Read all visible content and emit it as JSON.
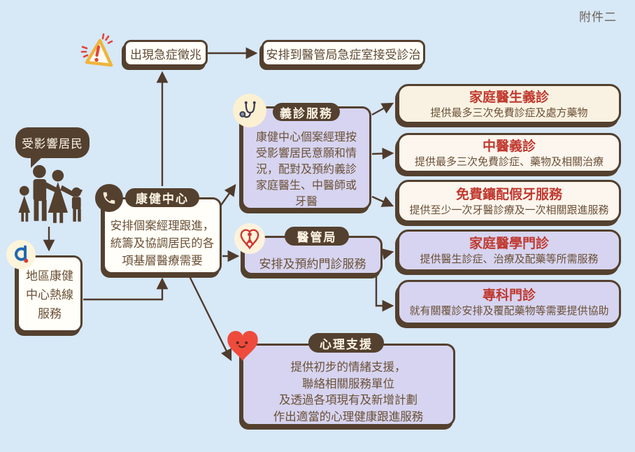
{
  "page": {
    "annex_label": "附件二",
    "colors": {
      "background": "#d7e8f7",
      "outline_brown": "#54402e",
      "text_brown": "#6b5037",
      "title_red": "#c0392f",
      "lavender_box": "#d6d4f0",
      "cream_box": "#f9f2e2",
      "white_box": "#fffef8",
      "icon_circle_cream": "#fbf1d2",
      "warning_yellow": "#f0b43c",
      "warning_red": "#e2453a",
      "heart_red": "#ee4b3d",
      "dhc_blue": "#1f68b3"
    }
  },
  "emergency": {
    "trigger": "出現急症徵兆",
    "action": "安排到醫管局急症室接受診治",
    "icon": "warning-triangle-icon"
  },
  "residents": {
    "bubble_label": "受影響居民",
    "icon": "family-silhouette"
  },
  "hotline": {
    "lines": [
      "地區康健",
      "中心熱線",
      "服務"
    ],
    "icon": "district-health-centre-logo"
  },
  "health_centre": {
    "title": "康健中心",
    "lines": [
      "安排個案經理跟進，",
      "統籌及協調居民的各",
      "項基層醫療需要"
    ],
    "icon": "phone-icon"
  },
  "free_clinic": {
    "title": "義診服務",
    "lines": [
      "康健中心個案經理按",
      "受影響居民意願和情",
      "況，配對及預約義診",
      "家庭醫生、中醫師或",
      "牙醫"
    ],
    "icon": "stethoscope-icon"
  },
  "hospital_authority": {
    "title": "醫管局",
    "body": "安排及預約門診服務",
    "icon": "hospital-authority-logo"
  },
  "psych_support": {
    "title": "心理支援",
    "lines": [
      "提供初步的情緒支援，",
      "聯絡相關服務單位",
      "及透過各項現有及新增計劃",
      "作出適當的心理健康跟進服務"
    ],
    "icon": "heart-face-icon"
  },
  "services": [
    {
      "title": "家庭醫生義診",
      "desc": "提供最多三次免費診症及處方藥物"
    },
    {
      "title": "中醫義診",
      "desc": "提供最多三次免費診症、藥物及相關治療"
    },
    {
      "title": "免費鑲配假牙服務",
      "desc": "提供至少一次牙醫診療及一次相關跟進服務"
    },
    {
      "title": "家庭醫學門診",
      "desc": "提供醫生診症、治療及配藥等所需服務"
    },
    {
      "title": "專科門診",
      "desc": "就有關覆診安排及覆配藥物等需要提供協助"
    }
  ]
}
